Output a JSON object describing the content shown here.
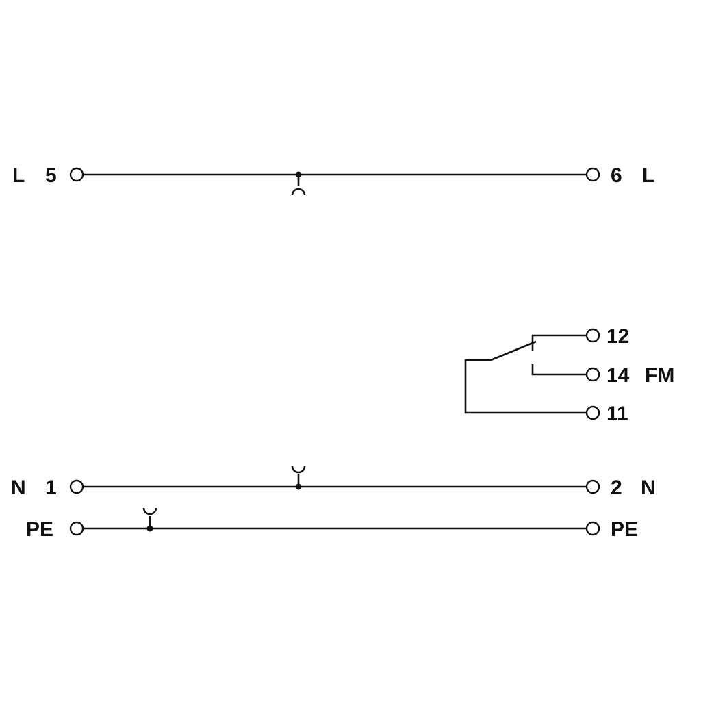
{
  "colors": {
    "line": "#111111",
    "background": "#ffffff"
  },
  "labels": {
    "l_left_conductor": "L",
    "l_left_number": "5",
    "l_right_number": "6",
    "l_right_conductor": "L",
    "contact_12": "12",
    "contact_14": "14",
    "contact_14_suffix": "FM",
    "contact_11": "11",
    "n_left_conductor": "N",
    "n_left_number": "1",
    "n_right_number": "2",
    "n_right_conductor": "N",
    "pe_left": "PE",
    "pe_right": "PE"
  }
}
